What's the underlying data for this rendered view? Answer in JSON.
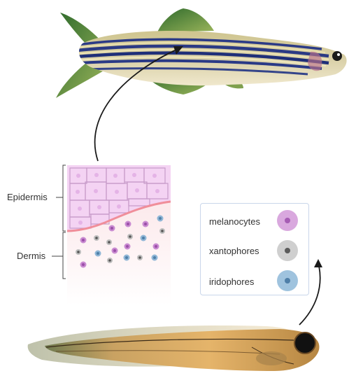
{
  "labels": {
    "epidermis": "Epidermis",
    "dermis": "Dermis"
  },
  "legend": {
    "items": [
      {
        "label": "melanocytes",
        "fill": "#d9a8de",
        "core": "#a65cb4"
      },
      {
        "label": "xantophores",
        "fill": "#c9c9c9",
        "core": "#5b5b5b"
      },
      {
        "label": "iridophores",
        "fill": "#9fc3de",
        "core": "#4f7fa8"
      }
    ]
  },
  "colors": {
    "epidermis": "#f3d3f3",
    "cell_outline": "#c79bc9",
    "basement_membrane": "#f28f9a",
    "dermis": "#fbe4e6",
    "legend_border": "#c9d6ea"
  }
}
